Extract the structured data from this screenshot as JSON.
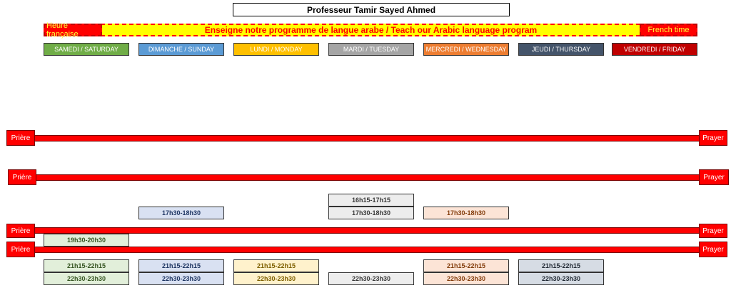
{
  "header": {
    "title": "Professeur Tamir Sayed Ahmed"
  },
  "banner": {
    "left_label": "Heure française",
    "center_label": "Enseigne notre programme de langue arabe / Teach our Arabic language program",
    "right_label": "French time"
  },
  "days": [
    {
      "label": "SAMEDI / SATURDAY",
      "color": "#70ad47"
    },
    {
      "label": "DIMANCHE / SUNDAY",
      "color": "#5b9bd5"
    },
    {
      "label": "LUNDI / MONDAY",
      "color": "#ffc000"
    },
    {
      "label": "MARDI / TUESDAY",
      "color": "#a5a5a5"
    },
    {
      "label": "MERCREDI / WEDNESDAY",
      "color": "#ed7d31"
    },
    {
      "label": "JEUDI / THURSDAY",
      "color": "#44546a"
    },
    {
      "label": "VENDREDI / FRIDAY",
      "color": "#c00000"
    }
  ],
  "prayer": {
    "left_label": "Prière",
    "right_label": "Prayer"
  },
  "slots": {
    "tuesday_1615": "16h15-17h15",
    "sunday_1730": "17h30-18h30",
    "tuesday_1730": "17h30-18h30",
    "wednesday_1730": "17h30-18h30",
    "saturday_1930": "19h30-20h30",
    "saturday_2115": "21h15-22h15",
    "sunday_2115": "21h15-22h15",
    "monday_2115": "21h15-22h15",
    "wednesday_2115": "21h15-22h15",
    "thursday_2115": "21h15-22h15",
    "saturday_2230": "22h30-23h30",
    "sunday_2230": "22h30-23h30",
    "monday_2230": "22h30-23h30",
    "tuesday_2230": "22h30-23h30",
    "wednesday_2230": "22h30-23h30",
    "thursday_2230": "22h30-23h30"
  },
  "colors": {
    "prayer_red": "#ff0000",
    "banner_yellow": "#ffff00",
    "saturday_light": "#e2efda",
    "sunday_light": "#d9e1f2",
    "monday_light": "#fff2cc",
    "tuesday_light": "#ededed",
    "wednesday_light": "#fce4d6",
    "thursday_light": "#d6dce4",
    "saturday_text": "#375623",
    "sunday_text": "#203764",
    "monday_text": "#7f6000",
    "tuesday_text": "#3a3a3a",
    "wednesday_text": "#833c0b",
    "thursday_text": "#222a35"
  }
}
